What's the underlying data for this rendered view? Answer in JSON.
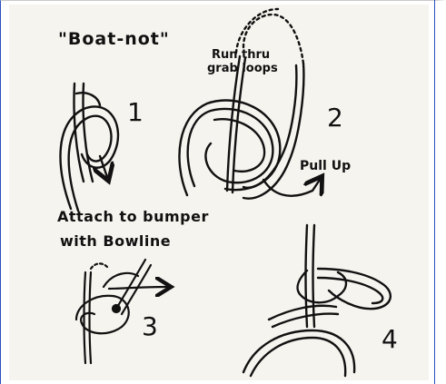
{
  "title": "\"Boat-not\"",
  "annotations": {
    "run_thru_line1": "Run thru",
    "run_thru_line2": "grab loops",
    "pull_up": "Pull Up",
    "attach_line1": "Attach to bumper",
    "attach_line2": "with Bowline"
  },
  "steps": [
    "1",
    "2",
    "3",
    "4"
  ],
  "colors": {
    "ink": "#111111",
    "paper": "#f6f4ef",
    "frame_accent": "#2a4fbf"
  }
}
